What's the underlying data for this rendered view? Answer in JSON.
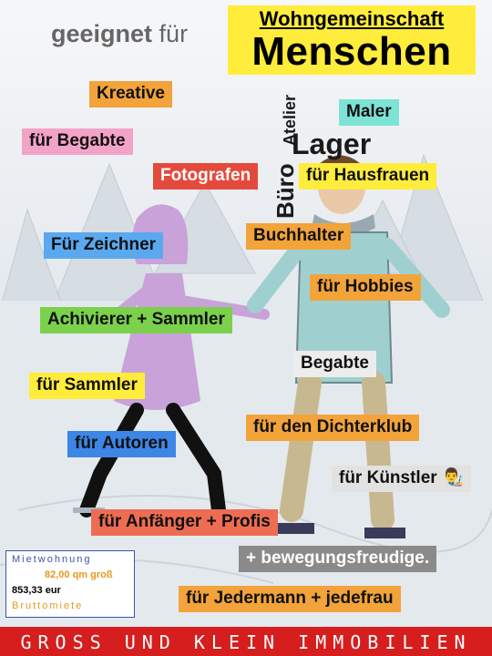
{
  "header": {
    "prefix_strong": "geeignet",
    "prefix_light": "für",
    "top_line": "Wohngemeinschaft",
    "main_word": "Menschen"
  },
  "vertical_words": {
    "atelier": "Atelier",
    "buero": "Büro",
    "lager": "Lager"
  },
  "labels": [
    {
      "text": "Kreative",
      "bg": "#f2a33a"
    },
    {
      "text": "Maler",
      "bg": "#7de3d6"
    },
    {
      "text": "für Begabte",
      "bg": "#f4a3c8"
    },
    {
      "text": "Fotografen",
      "bg": "#e44a3c"
    },
    {
      "text": "für Hausfrauen",
      "bg": "#ffec3b"
    },
    {
      "text": "Für Zeichner",
      "bg": "#5aa9f0"
    },
    {
      "text": "Buchhalter",
      "bg": "#f2a33a"
    },
    {
      "text": "für Hobbies",
      "bg": "#f2a33a"
    },
    {
      "text": "Achivierer + Sammler",
      "bg": "#7bd14b"
    },
    {
      "text": "Begabte",
      "bg": "#ececec"
    },
    {
      "text": "für Sammler",
      "bg": "#ffec3b"
    },
    {
      "text": "für den Dichterklub",
      "bg": "#f2a33a"
    },
    {
      "text": "für Autoren",
      "bg": "#3d86e6"
    },
    {
      "text": "für Künstler 👨‍🎨",
      "bg": "#e2e2e2"
    },
    {
      "text": "für Anfänger + Profis",
      "bg": "#ee6d52"
    },
    {
      "text": "+ bewegungsfreudige.",
      "bg": "#8a8a8a"
    },
    {
      "text": "für Jedermann + jedefrau",
      "bg": "#f2a33a"
    }
  ],
  "infobox": {
    "type": "Mietwohnung",
    "size": "82,00 qm groß",
    "price": "853,33 eur",
    "price_label": "Bruttomiete"
  },
  "footer": {
    "company": "GROSS UND KLEIN IMMOBILIEN"
  },
  "colors": {
    "accent_yellow": "#ffec3b",
    "footer_red": "#d61e1e",
    "infobox_blue": "#3b55a8",
    "infobox_orange": "#e39a1a"
  }
}
